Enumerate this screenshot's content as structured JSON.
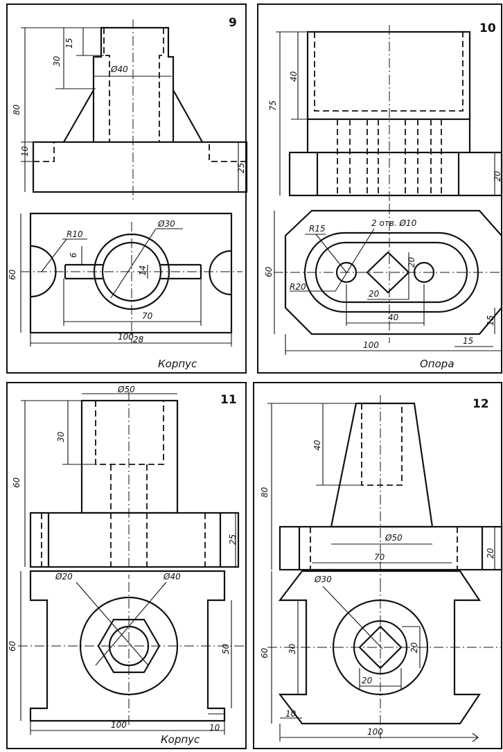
{
  "panels": [
    {
      "number": "9",
      "caption": "Корпус",
      "dims": {
        "h15": "15",
        "h30": "30",
        "d40": "Ø40",
        "h80": "80",
        "h10": "10",
        "h25": "25",
        "r10": "R10",
        "d30": "Ø30",
        "w6": "6",
        "w14": "14",
        "w70": "70",
        "h60": "60",
        "w100": "100",
        "tick": "28"
      }
    },
    {
      "number": "10",
      "caption": "Опора",
      "dims": {
        "h40": "40",
        "h75": "75",
        "h20": "20",
        "r15": "R15",
        "holes": "2 отв. Ø10",
        "r20": "R20",
        "s20a": "20",
        "s20b": "20",
        "h60": "60",
        "w40": "40",
        "w15": "15",
        "h15": "15",
        "w100": "100"
      }
    },
    {
      "number": "11",
      "caption": "Корпус",
      "dims": {
        "d50": "Ø50",
        "h30": "30",
        "h60": "60",
        "h25": "25",
        "d20": "Ø20",
        "d40": "Ø40",
        "h60b": "60",
        "h50": "50",
        "w10": "10",
        "w100": "100"
      }
    },
    {
      "number": "12",
      "caption": "",
      "dims": {
        "h40": "40",
        "h80": "80",
        "d50": "Ø50",
        "h20": "20",
        "w70": "70",
        "d30": "Ø30",
        "h60": "60",
        "h30": "30",
        "s20a": "20",
        "s20b": "20",
        "w10": "10",
        "w100": "100"
      }
    }
  ]
}
